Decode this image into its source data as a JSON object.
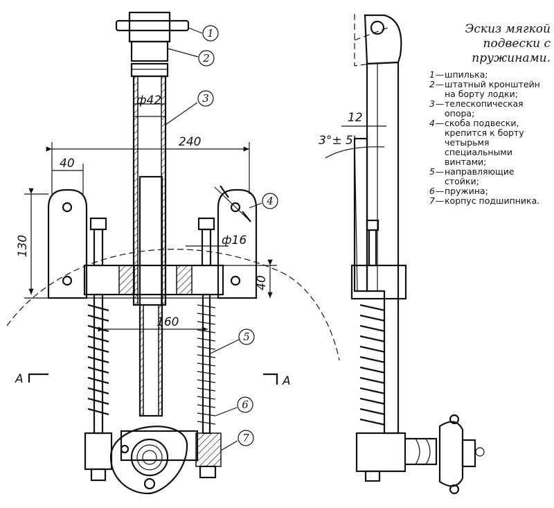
{
  "title": "Эскиз мягкой подвески с пружинами.",
  "legend": [
    {
      "num": "1",
      "text": "шпилька;"
    },
    {
      "num": "2",
      "text": "штатный кронштейн на борту лодки;"
    },
    {
      "num": "3",
      "text": "телескопическая опора;"
    },
    {
      "num": "4",
      "text": "скоба подвески, крепится к борту четырьмя специальными винтами;"
    },
    {
      "num": "5",
      "text": "направляющие стойки;"
    },
    {
      "num": "6",
      "text": "пружина;"
    },
    {
      "num": "7",
      "text": "корпус подшипника."
    }
  ],
  "dimensions": {
    "tube_diameter": "ф42",
    "width_240": "240",
    "width_40": "40",
    "height_130": "130",
    "rod_diameter": "ф16",
    "height_40": "40",
    "width_160": "160",
    "offset_12": "12",
    "angle": "3°± 5'"
  },
  "section_marks": [
    "A",
    "A"
  ],
  "callouts": [
    "1",
    "2",
    "3",
    "4",
    "5",
    "6",
    "7"
  ]
}
